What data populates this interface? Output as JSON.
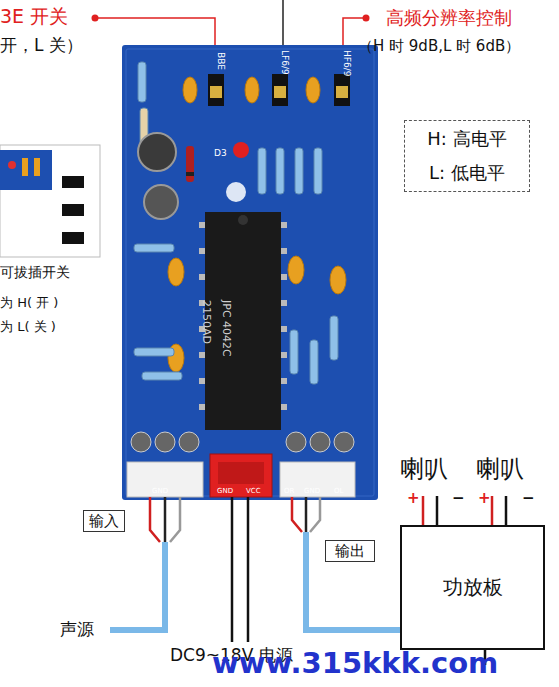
{
  "diagram": {
    "nodes": [
      {
        "text": [
          "H: 高电平",
          "L: 低电平"
        ]
      },
      {
        "text": [
          "输入"
        ]
      },
      {
        "text": [
          "输出"
        ]
      },
      {
        "text": [
          "功放板"
        ]
      }
    ],
    "labels": [
      "3E 开关",
      "开，L 关）",
      "高频分辨率控制",
      "（H 时 9dB,L 时 6dB）",
      "可拔插开关",
      "为 H( 开 )",
      "为 L( 关 )",
      "BBE",
      "LF6/9",
      "HF6/9",
      "D3",
      "2150AD",
      "JPC 4042C",
      "GND",
      "GND",
      "VCC",
      "OR",
      "GND",
      "OL",
      "声源",
      "DC9~18V 电源",
      "喇叭",
      "喇叭",
      "+",
      "−",
      "+",
      "−",
      "www.315kkk.com"
    ]
  }
}
